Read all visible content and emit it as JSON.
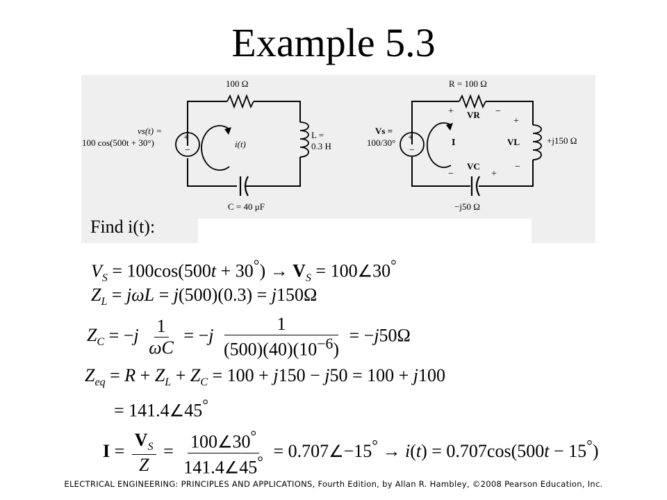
{
  "title": "Example 5.3",
  "find_label": "Find i(t):",
  "circuit_left": {
    "resistor": "100 Ω",
    "source_line1": "vs(t) =",
    "source_line2": "100 cos(500t + 30°)",
    "current": "i(t)",
    "inductor_line1": "L =",
    "inductor_line2": "0.3 H",
    "capacitor": "C = 40 μF"
  },
  "circuit_right": {
    "resistor": "R = 100 Ω",
    "source_line1": "Vs =",
    "source_line2": "100/30°",
    "current": "I",
    "vr": "VR",
    "vl": "VL",
    "vc": "VC",
    "inductor": "+j150 Ω",
    "capacitor": "−j50 Ω"
  },
  "equations": {
    "eq1": "V_S = 100cos(500t + 30°) → V_S = 100∠30°",
    "eq2": "Z_L = jωL = j(500)(0.3) = j150Ω",
    "eq3": "Z_C = −j 1/(ωC) = −j 1/((500)(40)(10^−6)) = −j50Ω",
    "eq4": "Z_eq = R + Z_L + Z_C = 100 + j150 − j50 = 100 + j100",
    "eq5": "= 141.4∠45°",
    "eq6": "I = V_S/Z = 100∠30°/141.4∠45° = 0.707∠−15° → i(t) = 0.707cos(500t − 15°)"
  },
  "footer": "ELECTRICAL ENGINEERING: PRINCIPLES AND APPLICATIONS, Fourth Edition, by Allan R. Hambley, ©2008 Pearson Education, Inc."
}
